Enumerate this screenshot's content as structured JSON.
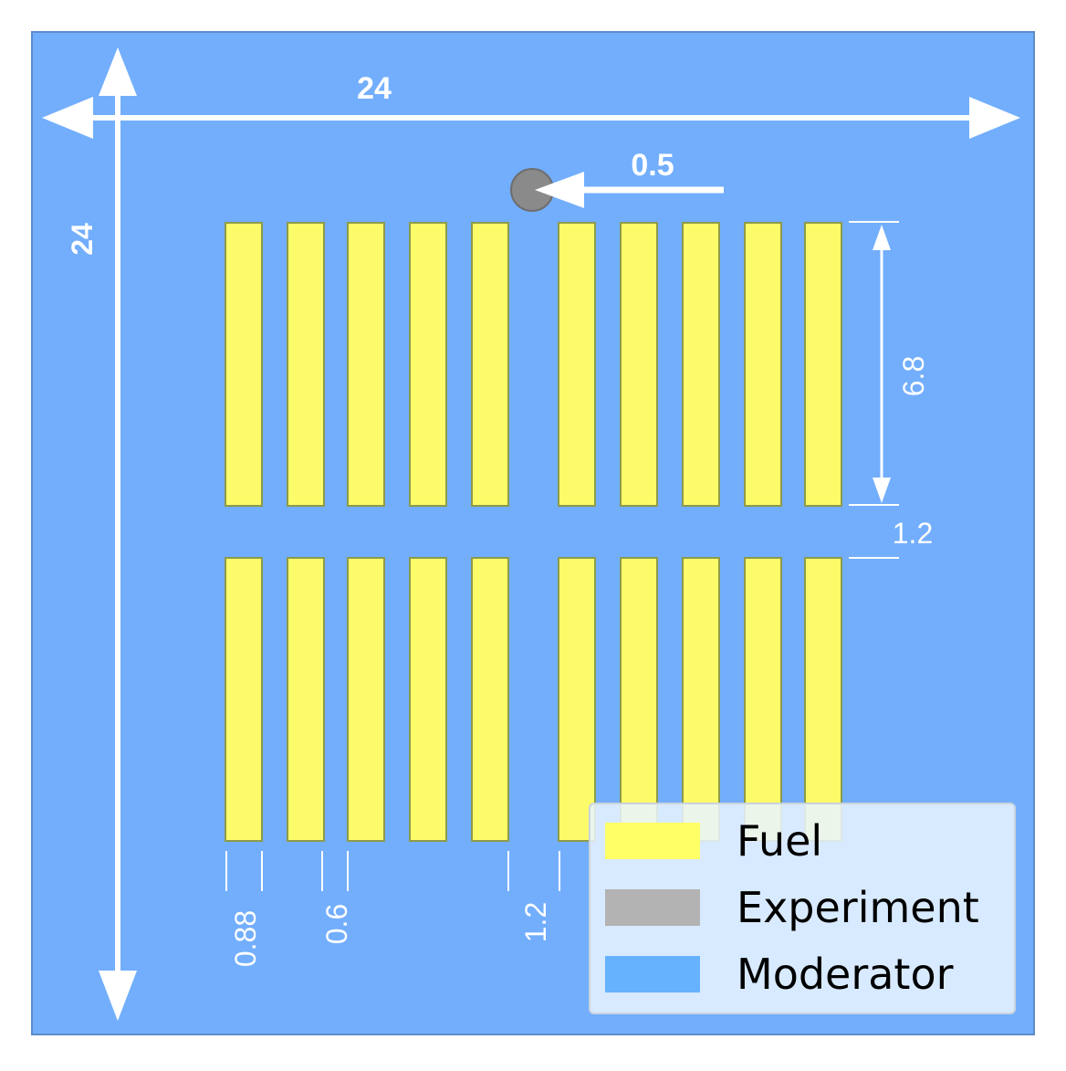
{
  "diagram": {
    "outer_width_label": "24",
    "outer_height_label": "24",
    "experiment_offset_label": "0.5",
    "fuel_length_label": "6.8",
    "row_gap_label": "1.2",
    "fuel_width_label": "0.88",
    "fuel_gap_label": "0.6",
    "center_gap_label": "1.2",
    "rows": 2,
    "plates_per_row": 10
  },
  "legend": {
    "items": [
      {
        "label": "Fuel",
        "color": "#ffff66"
      },
      {
        "label": "Experiment",
        "color": "#b3b3b3"
      },
      {
        "label": "Moderator",
        "color": "#66b2ff"
      }
    ]
  },
  "colors": {
    "moderator": "#72aefc",
    "fuel": "#fcfc6a",
    "experiment": "#8a8a8a",
    "annotation": "#ffffff"
  }
}
